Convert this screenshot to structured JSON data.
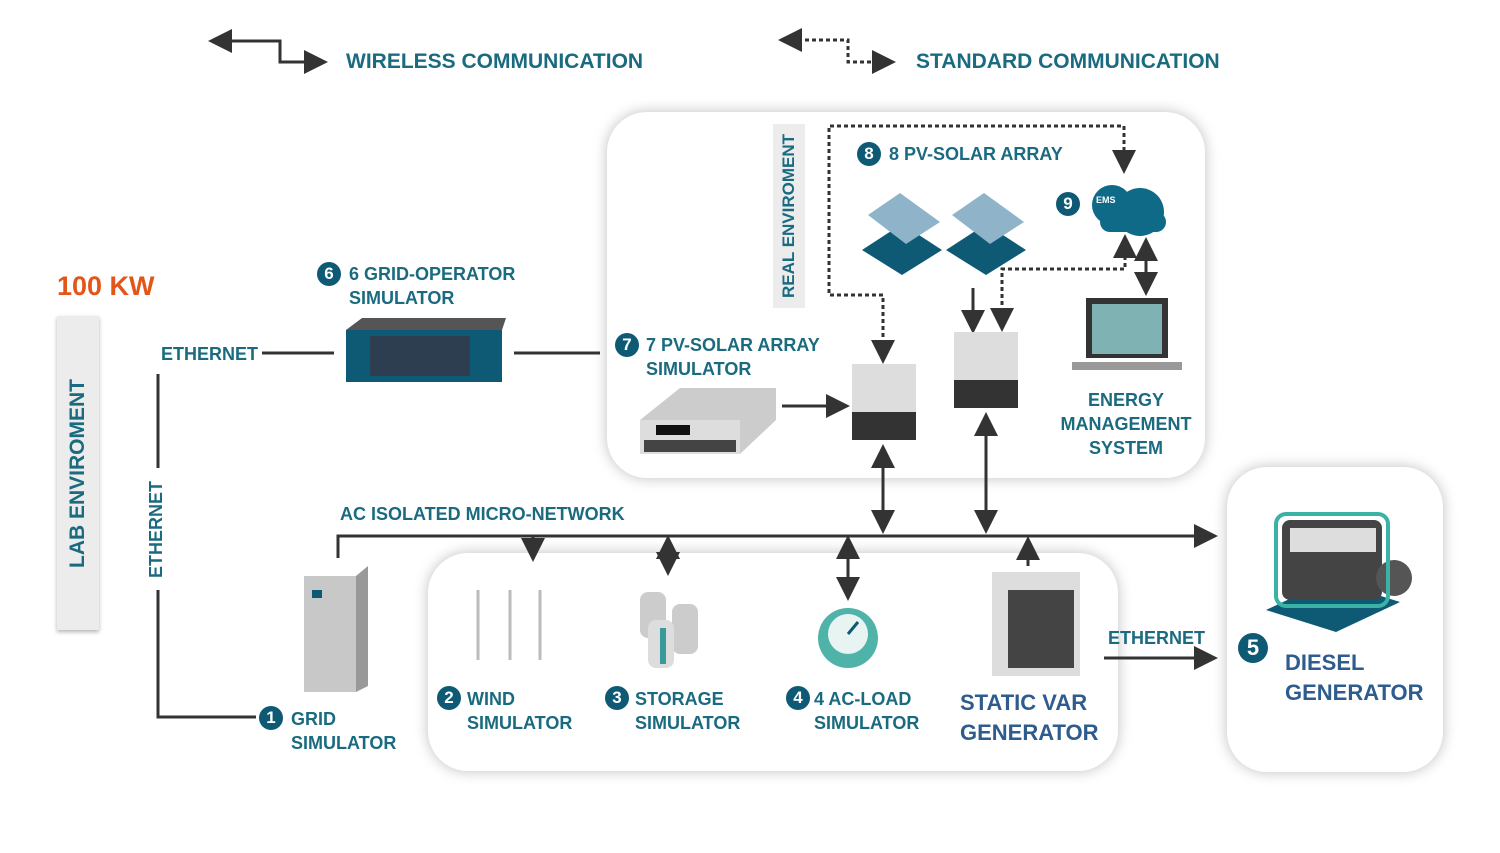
{
  "legend": {
    "wireless": "WIRELESS COMMUNICATION",
    "standard": "STANDARD COMMUNICATION"
  },
  "power_rating": "100 KW",
  "lab_environment": "LAB ENVIROMENT",
  "real_environment": "REAL ENVIROMENT",
  "network_label": "AC ISOLATED MICRO-NETWORK",
  "ethernet_labels": [
    "ETHERNET",
    "ETHERNET",
    "ETHERNET"
  ],
  "components": [
    {
      "number": "1",
      "label_line1": "GRID",
      "label_line2": "SIMULATOR"
    },
    {
      "number": "2",
      "label_line1": "WIND",
      "label_line2": "SIMULATOR"
    },
    {
      "number": "3",
      "label_line1": "STORAGE",
      "label_line2": "SIMULATOR"
    },
    {
      "number": "4",
      "label_line1": "4 AC-LOAD",
      "label_line2": "SIMULATOR"
    },
    {
      "number": "5",
      "label_line1": "DIESEL",
      "label_line2": "GENERATOR"
    },
    {
      "number": "6",
      "label_line1": "6 GRID-OPERATOR",
      "label_line2": "SIMULATOR"
    },
    {
      "number": "7",
      "label_line1": "7 PV-SOLAR ARRAY",
      "label_line2": "SIMULATOR"
    },
    {
      "number": "8",
      "label_line1": "8 PV-SOLAR ARRAY"
    },
    {
      "number": "9",
      "icon_text": "EMS"
    }
  ],
  "static_var": {
    "line1": "STATIC VAR",
    "line2": "GENERATOR"
  },
  "ems": {
    "line1": "ENERGY",
    "line2": "MANAGEMENT",
    "line3": "SYSTEM"
  },
  "colors": {
    "accent": "#1a6a80",
    "number_badge": "#0e5a74",
    "power": "#e2561a",
    "title_blue": "#2e5c8e",
    "line": "#333333"
  }
}
